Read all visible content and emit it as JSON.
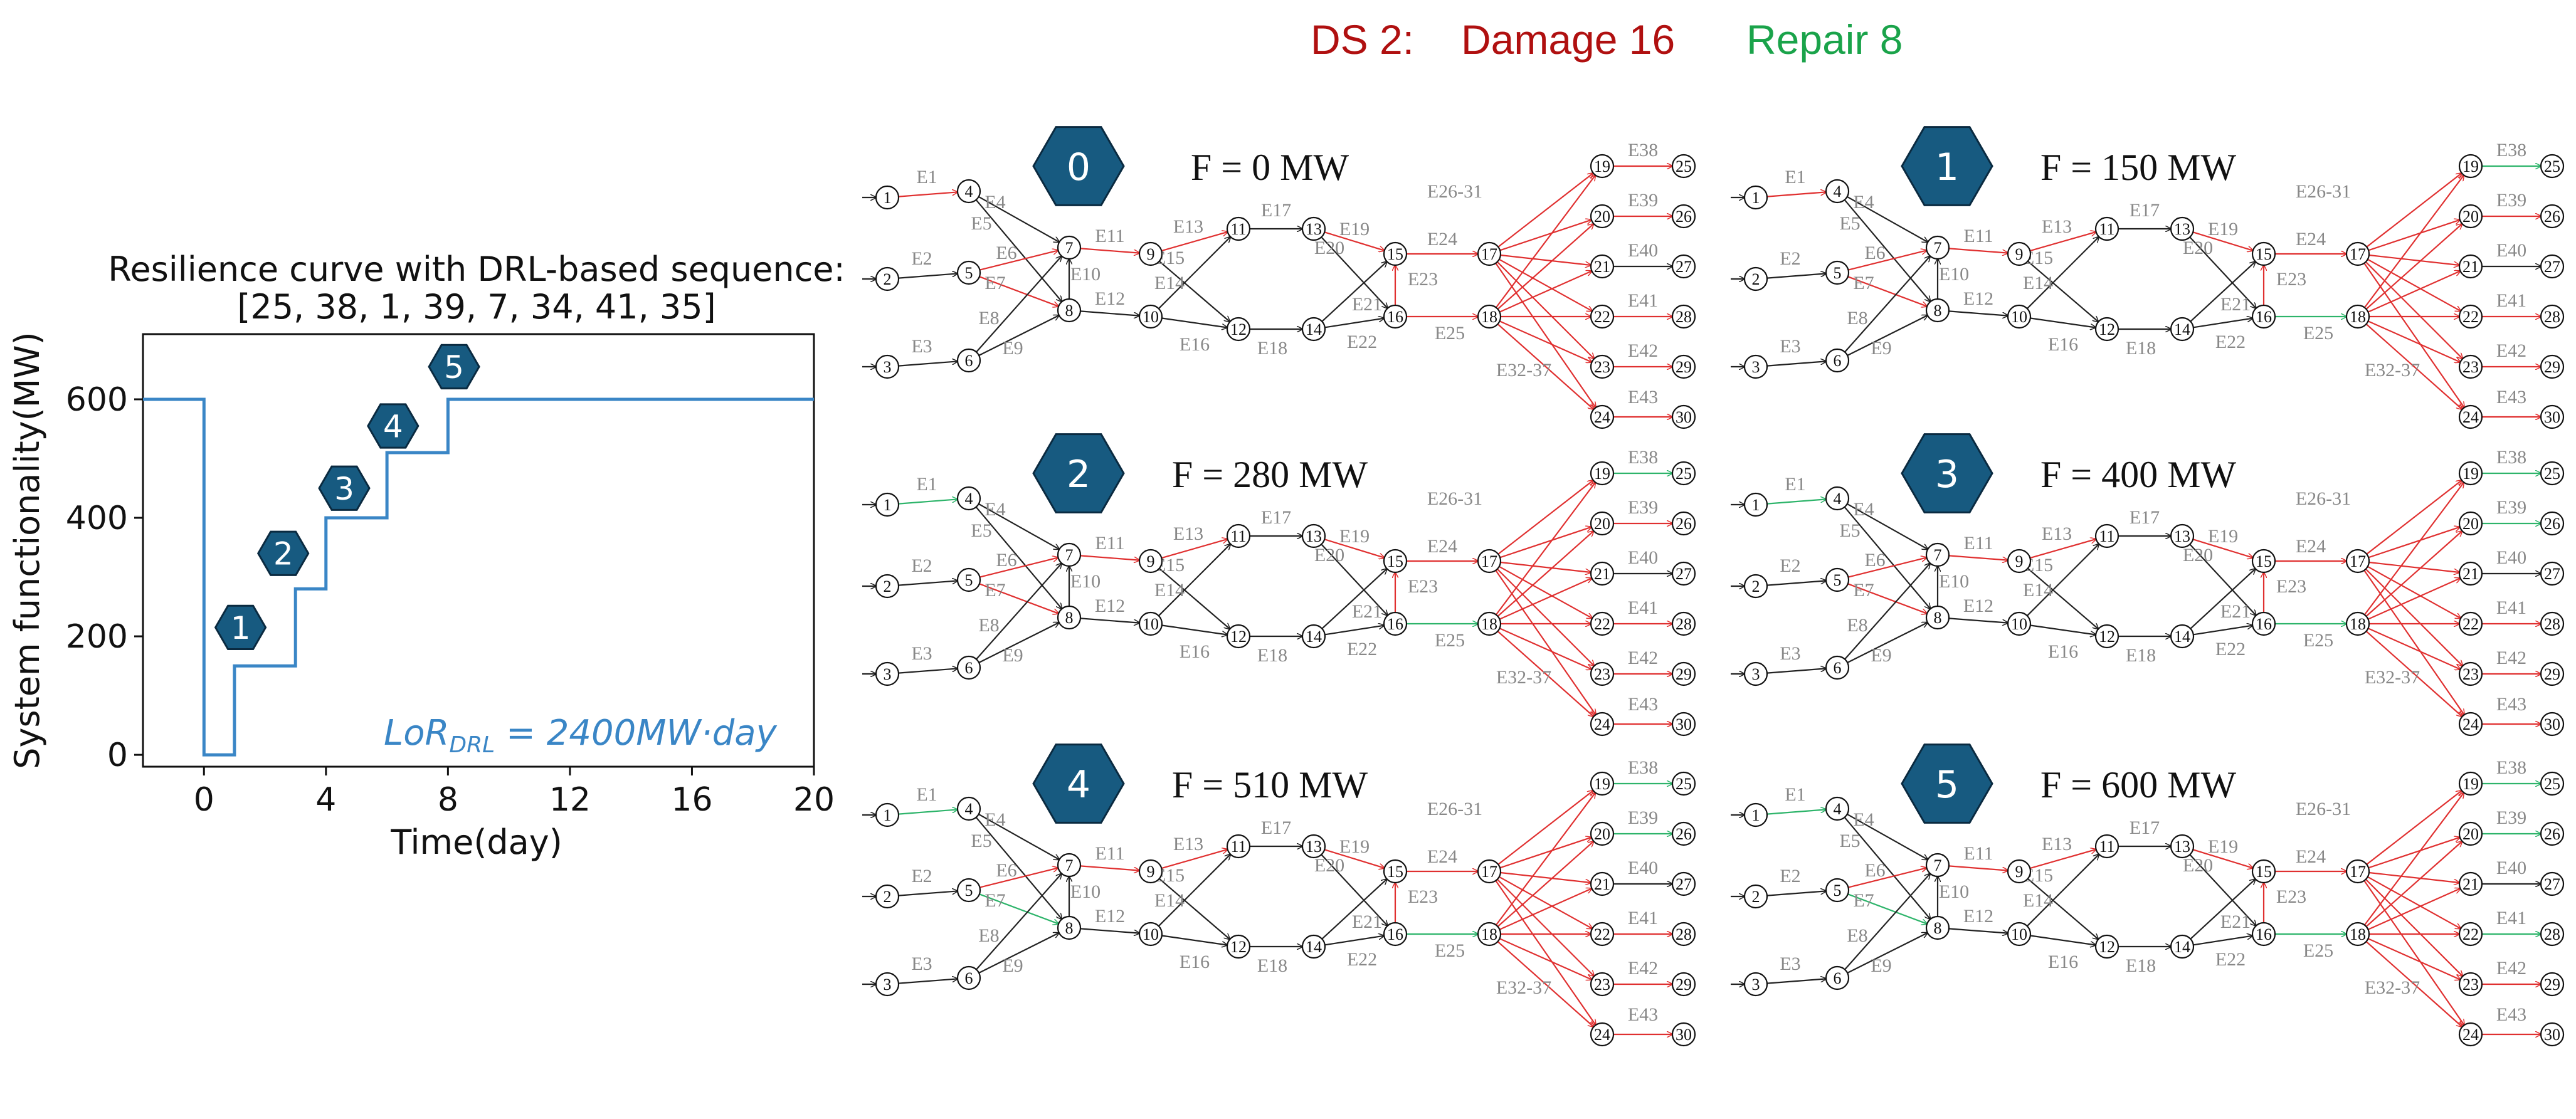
{
  "header": {
    "ds": "DS 2:",
    "damage": "Damage 16",
    "repair": "Repair 8",
    "damage_color": "#b01010",
    "repair_color": "#1aa34a"
  },
  "colors": {
    "series": "#3a86c6",
    "hex_fill": "#175a80",
    "hex_stroke": "#0a2a40",
    "damaged_edge": "#e03030",
    "repaired_edge": "#2db46a",
    "normal_edge": "#222222",
    "edge_label": "#888888"
  },
  "chart_data": {
    "type": "line",
    "title_line1": "Resilience curve with DRL-based sequence:",
    "title_line2": "[25, 38, 1, 39, 7, 34, 41, 35]",
    "xlabel": "Time(day)",
    "ylabel": "System functionality(MW)",
    "xlim": [
      -2,
      20
    ],
    "ylim": [
      -20,
      710
    ],
    "xticks": [
      0,
      4,
      8,
      12,
      16,
      20
    ],
    "yticks": [
      0,
      200,
      400,
      600
    ],
    "step_curve": {
      "x": [
        -2,
        0,
        0,
        1,
        1,
        3,
        3,
        4,
        4,
        6,
        6,
        8,
        8,
        20
      ],
      "y": [
        600,
        600,
        0,
        0,
        150,
        150,
        280,
        280,
        400,
        400,
        510,
        510,
        600,
        600
      ]
    },
    "step_markers": [
      {
        "label": "1",
        "x": 1.2,
        "y": 215
      },
      {
        "label": "2",
        "x": 2.6,
        "y": 340
      },
      {
        "label": "3",
        "x": 4.6,
        "y": 450
      },
      {
        "label": "4",
        "x": 6.2,
        "y": 555
      },
      {
        "label": "5",
        "x": 8.2,
        "y": 655
      }
    ],
    "annotation": "LoR_DRL = 2400MW·day",
    "annotation_main": "LoR",
    "annotation_sub": "DRL",
    "annotation_rest": " = 2400MW·day"
  },
  "networks": [
    {
      "step": "0",
      "F": "F = 0 MW",
      "damaged": [
        "E1",
        "E6",
        "E7",
        "E11",
        "E13",
        "E19",
        "E23",
        "E24",
        "E25",
        "E26-31",
        "E32-37",
        "E38",
        "E39",
        "E41",
        "E42",
        "E43"
      ],
      "repaired": []
    },
    {
      "step": "1",
      "F": "F = 150 MW",
      "damaged": [
        "E1",
        "E6",
        "E7",
        "E11",
        "E13",
        "E19",
        "E23",
        "E24",
        "E26-31",
        "E32-37",
        "E39",
        "E41",
        "E42",
        "E43"
      ],
      "repaired": [
        "E25",
        "E38"
      ]
    },
    {
      "step": "2",
      "F": "F = 280 MW",
      "damaged": [
        "E6",
        "E7",
        "E11",
        "E13",
        "E19",
        "E23",
        "E24",
        "E26-31",
        "E32-37",
        "E39",
        "E41",
        "E42",
        "E43"
      ],
      "repaired": [
        "E1",
        "E25",
        "E38"
      ]
    },
    {
      "step": "3",
      "F": "F = 400 MW",
      "damaged": [
        "E6",
        "E7",
        "E11",
        "E13",
        "E19",
        "E23",
        "E24",
        "E26-31",
        "E32-37",
        "E41",
        "E42",
        "E43"
      ],
      "repaired": [
        "E1",
        "E25",
        "E38",
        "E39"
      ]
    },
    {
      "step": "4",
      "F": "F = 510 MW",
      "damaged": [
        "E6",
        "E11",
        "E13",
        "E19",
        "E23",
        "E24",
        "E26-31",
        "E32-37",
        "E41",
        "E42",
        "E43"
      ],
      "repaired": [
        "E1",
        "E7",
        "E25",
        "E38",
        "E39"
      ]
    },
    {
      "step": "5",
      "F": "F = 600 MW",
      "damaged": [
        "E6",
        "E11",
        "E13",
        "E19",
        "E23",
        "E24",
        "E26-31",
        "E32-37",
        "E42",
        "E43"
      ],
      "repaired": [
        "E1",
        "E7",
        "E25",
        "E38",
        "E39",
        "E41"
      ]
    }
  ]
}
